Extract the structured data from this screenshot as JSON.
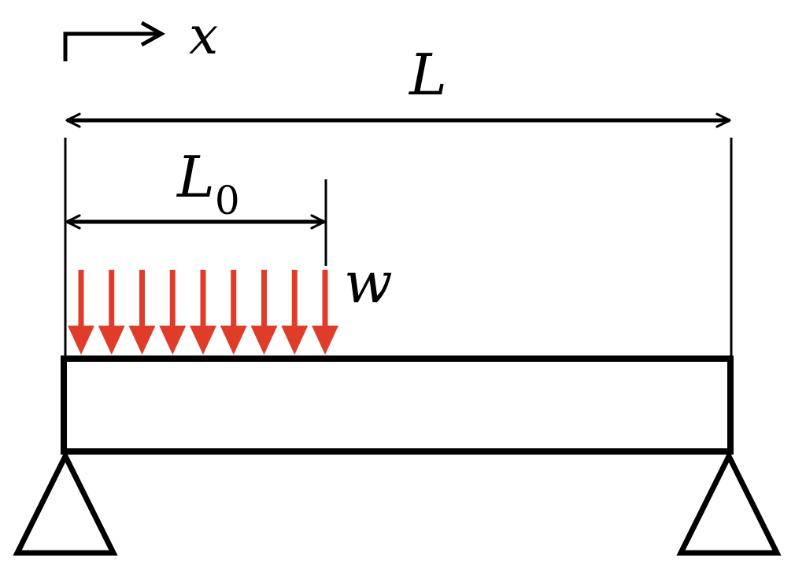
{
  "labels": {
    "axis": "x",
    "span_total": "L",
    "span_load_main": "L",
    "span_load_sub": "0",
    "load": "w"
  },
  "colors": {
    "load_arrows": "#e03c2a",
    "lines": "#000000",
    "background": "#ffffff"
  },
  "load": {
    "arrow_count": 9
  }
}
